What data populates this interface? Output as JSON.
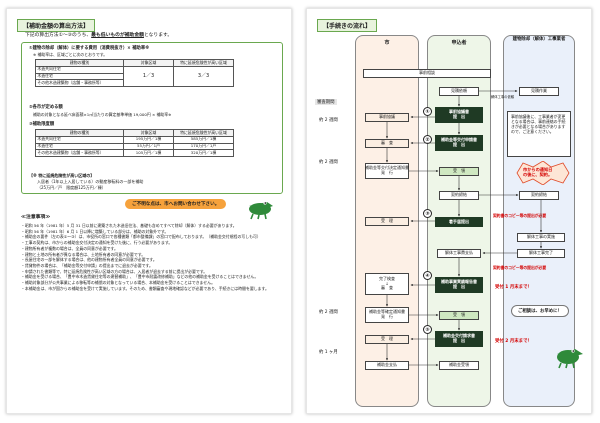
{
  "left": {
    "title": "【補助金額の算出方法】",
    "intro_pre": "下記の算出方法①～③のうち、",
    "intro_hl": "最も低いものが補助金額",
    "intro_post": "となります。",
    "calc1": {
      "title": "①建物の除却（解体）に要する費用（消費税抜き）× 補助率※",
      "note": "※ 補助率は、区域ごとに次のとおりです。",
      "headers": [
        "建物の種別",
        "対象区域",
        "特に延焼危険性が高い区域"
      ],
      "types": [
        "木造共同住宅",
        "木造住宅",
        "その他木造建築物（店舗・事務所等）"
      ],
      "rate_area": "1／3",
      "rate_high": "3／3"
    },
    "calc2": {
      "title": "②各市が定める額",
      "body": "補助の対象となる延べ床面積×1㎡当たりの算定基準単価 19,000円 × 補助率※"
    },
    "calc3": {
      "title": "③補助限度額",
      "headers": [
        "建物の種別",
        "対象区域",
        "特に延焼危険性が高い区域"
      ],
      "rows": [
        [
          "木造共同住宅",
          "195万円／1棟",
          "585万円／1棟"
        ],
        [
          "木造住宅",
          "55万円／1戸",
          "170万円／1戸"
        ],
        [
          "その他木造建築物（店舗・事務所等）",
          "105万円／1棟",
          "320万円／1棟"
        ]
      ]
    },
    "extra_box": {
      "l1": "【※ 特に延焼危険性が高い区域の】",
      "l2": "入居者（1年以上入居している）の動産移転料の一部を補助",
      "l3": "（25万円／戸　限度額125万円／棟）"
    },
    "bubble": "ご不明な点は、市へお問い合わせ下さい。",
    "notes_title": "≪注意事項≫",
    "notes": [
      "・昭和 56 年（1981 年）5 月 31 日以前に建築された木造旧住法、基礎も含めてすべて除却（解体）する必要があります。",
      "・昭和 56 年（1981 年）6 月 1 日以降に増築している部分は、補助の対象外です。",
      "・補助金の要件（左の表①～③）は、市役所の窓口で各種書類「都市整備課」の窓口で配布しております。（補助金交付規程の写しも可）",
      "・工事の契約は、市からの補助金交付決定の通知を受けた後に、行う必要があります。",
      "・建物所有者が複数の場合は、全員の同意が必要です。",
      "・建物と土地の所有者が異なる場合は、土地所有者の同意が必要です。",
      "・長屋住宅の一部を解体する場合は、他の建物所有者全員の同意が必要です。",
      "・賃貸物件の場合は、「補助金等交付申請」の提出までに退去が必要です。",
      "・申請された書類等で、特に延焼危険性が高い区域の方の場合は、入居者が退去する前に提出が必要です。",
      "・補助金を受ける場合、「豊中市木造賃貸住宅等の建替補助」、「豊中市耐震改修補助」などの他の補助金を受けることはできません。",
      "・補助対象部分が公共事業による移転等の補償の対象となっている場合、本補助金を受けることはできません。",
      "・本補助金は、市が国からの補助金を受けて実施しています。そのため、書類審査や現地確認などが必要であり、手続きには時間を要します。"
    ]
  },
  "right": {
    "title": "【手続きの流れ】",
    "lanes": [
      "市",
      "申込者",
      "建物除却（解体）工事業者"
    ],
    "periods": [
      "審査期間",
      "約 2 週間",
      "約 2 週間",
      "約 2 週間",
      "約 1 ヶ月"
    ],
    "flow": {
      "pre_consult": "事前相談",
      "estimate_req": "見積依頼",
      "estimate_work": "見積作業",
      "contractor_req": "解体工事の依頼",
      "prior_consult_submit": [
        "事前協議書",
        "提　出"
      ],
      "prior_consult": "事前協議",
      "screening1": "審　査",
      "apply_submit": [
        "補助金等交付申請書",
        "提　出"
      ],
      "decision_notice": [
        "補助金等交付決定通知書",
        "発　行"
      ],
      "receive": "受　領",
      "contract": "契約締結",
      "contract2": "契約締結",
      "start_report": "着手届提出",
      "acceptance1": "受　理",
      "demolition_work": "解体工事の実施",
      "demolition_done": "解体工事完了",
      "payment_received": "解体工事費支払",
      "completion_check": [
        "完了検査",
        "↓",
        "審　査"
      ],
      "result_report": [
        "補助事業実績報告書",
        "提　出"
      ],
      "amount_notice": [
        "補助金等確定通知書",
        "発　行"
      ],
      "receive2": "受　領",
      "payment_claim": [
        "補助金交付請求書",
        "提　出"
      ],
      "acceptance2": "受　理",
      "payment": "補助金支払",
      "payment_receive": "補助金受領"
    },
    "steps": [
      "①",
      "②",
      "③",
      "④",
      "⑤"
    ],
    "note_box": "事前協議後に、工事業者が変更となる場合は、事前連絡の手続きが必要となる場合がありますので、ご注意ください。",
    "callout1": [
      "市からの通知日",
      "の後に、契約。"
    ],
    "red_note1": "契約書のコピー等の提出が必要",
    "red_note2": "契約書のコピー等の提出が必要",
    "red_note3": "受付 1 月末まで！",
    "red_note4": "受付 2 月末まで！",
    "cloud_text": "ご相談は、お早めに！"
  }
}
